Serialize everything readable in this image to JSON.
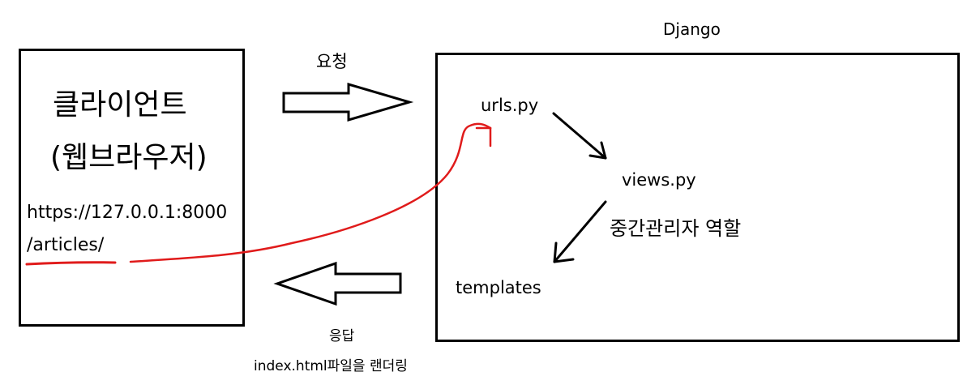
{
  "client": {
    "title": "클라이언트",
    "subtitle": "(웹브라우저)",
    "url_host": "https://127.0.0.1:8000",
    "url_path": "/articles/"
  },
  "django": {
    "label": "Django",
    "urls": "urls.py",
    "views": "views.py",
    "middle_role": "중간관리자 역할",
    "templates": "templates"
  },
  "request_label": "요청",
  "response_label": "응답",
  "render_note": "index.html파일을 랜더링",
  "colors": {
    "annotation": "#e01b1b",
    "stroke": "#000000"
  },
  "icons": {
    "request": "right-arrow-icon",
    "response": "left-arrow-icon"
  }
}
